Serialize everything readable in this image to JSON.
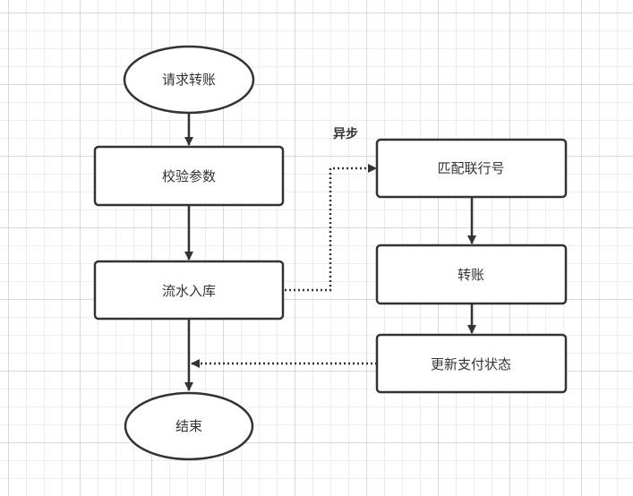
{
  "diagram": {
    "nodes": {
      "request_transfer": "请求转账",
      "validate_params": "校验参数",
      "record_to_db": "流水入库",
      "end": "结束",
      "match_bank": "匹配联行号",
      "transfer": "转账",
      "update_status": "更新支付状态"
    },
    "async_label": "异步"
  }
}
